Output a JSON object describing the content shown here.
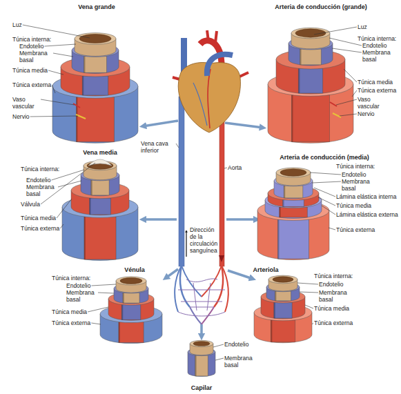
{
  "diagram": {
    "nodes": [
      {
        "text": [
          "Vena grande"
        ]
      },
      {
        "text": [
          "Arteria de conducción (grande)"
        ]
      },
      {
        "text": [
          "Vena media"
        ]
      },
      {
        "text": [
          "Arteria de conducción (media)"
        ]
      },
      {
        "text": [
          "Vénula"
        ]
      },
      {
        "text": [
          "Arteriola"
        ]
      },
      {
        "text": [
          "Capilar"
        ]
      }
    ],
    "labels": [
      "Luz",
      "Túnica interna:",
      "Endotelio",
      "Membrana basal",
      "Túnica media",
      "Túnica externa",
      "Vaso vascular",
      "Nervio",
      "Luz",
      "Túnica interna:",
      "Endotelio",
      "Membrana basal",
      "Túnica media",
      "Túnica externa",
      "Vaso vascular",
      "Nervio",
      "Túnica interna:",
      "Endotelio",
      "Membrana basal",
      "Válvula",
      "Túnica media",
      "Túnica externa",
      "Túnica interna:",
      "Endotelio",
      "Membrana basal",
      "Lámina elástica interna",
      "Túnica media",
      "Lámina elástica externa",
      "Túnica externa",
      "Vena cava inferior",
      "Aorta",
      "Dirección de la circulación sanguínea",
      "Túnica interna:",
      "Endotelio",
      "Membrana basal",
      "Túnica media",
      "Túnica externa",
      "Túnica interna:",
      "Endotelio",
      "Membrana basal",
      "Túnica media",
      "Túnica externa",
      "Endotelio",
      "Membrana basal"
    ]
  }
}
